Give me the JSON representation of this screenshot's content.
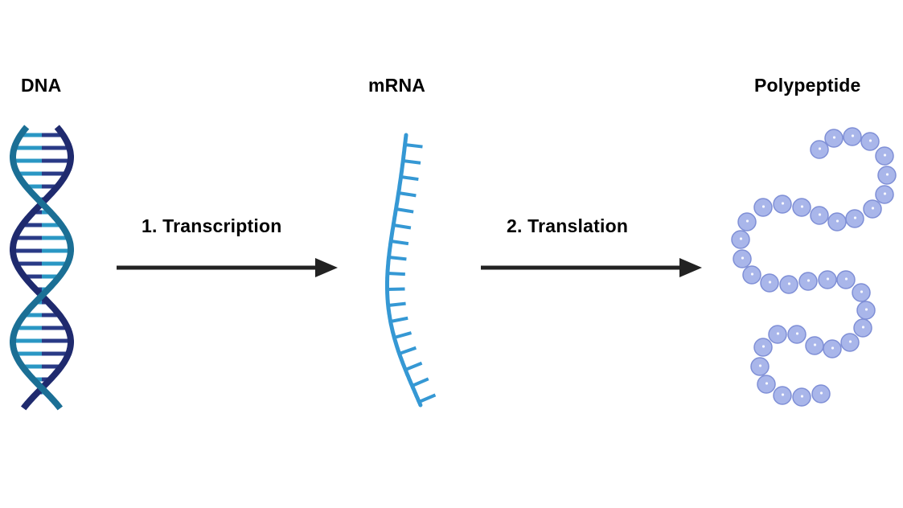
{
  "stages": {
    "dna": "DNA",
    "mrna": "mRNA",
    "polypeptide": "Polypeptide"
  },
  "steps": {
    "transcription": "1. Transcription",
    "translation": "2. Translation"
  },
  "colors": {
    "dna_strand_dark": "#1f2a6e",
    "dna_strand_light": "#1b6f95",
    "dna_base_light": "#2a97c4",
    "dna_base_dark": "#293a86",
    "mrna": "#3598d4",
    "amino_acid_fill": "#a9b6ea",
    "amino_acid_stroke": "#7f8fd6",
    "arrow": "#222222"
  },
  "icons": {
    "dna": "dna-double-helix-icon",
    "mrna": "mrna-strand-icon",
    "polypeptide": "polypeptide-chain-icon",
    "arrow": "right-arrow-icon"
  }
}
